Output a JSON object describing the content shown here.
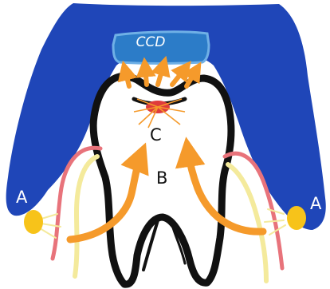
{
  "labels": {
    "ccd": "CCD",
    "left_source": "A",
    "right_source": "A",
    "tooth_body": "B",
    "pulp_center": "C"
  },
  "colors": {
    "holder_blue": "#1f46b8",
    "sensor_blue": "#2c7cc8",
    "arrow_orange": "#f59a2b",
    "light_yellow": "#f7c31a",
    "fiber_pink": "#e8737b",
    "fiber_pale_yellow": "#f4ea9c",
    "tooth_outline": "#111111",
    "pulp_red": "#df3c3c"
  },
  "icons": {
    "light_sources": "orange-led-dot",
    "detector": "ccd-sensor-block"
  }
}
